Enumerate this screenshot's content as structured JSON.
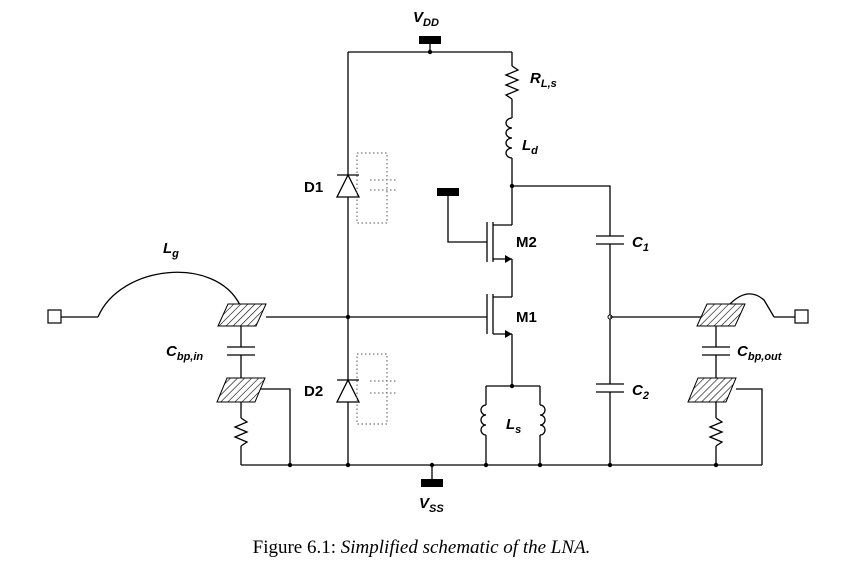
{
  "labels": {
    "vdd": {
      "main": "V",
      "sub": "DD"
    },
    "vss": {
      "main": "V",
      "sub": "SS"
    },
    "rls": {
      "main": "R",
      "sub": "L,s"
    },
    "ld": {
      "main": "L",
      "sub": "d"
    },
    "d1": "D1",
    "d2": "D2",
    "m1": "M1",
    "m2": "M2",
    "c1": {
      "main": "C",
      "sub": "1"
    },
    "c2": {
      "main": "C",
      "sub": "2"
    },
    "lg": {
      "main": "L",
      "sub": "g"
    },
    "ls": {
      "main": "L",
      "sub": "s"
    },
    "cbp_in": {
      "main": "C",
      "sub": "bp,in"
    },
    "cbp_out": {
      "main": "C",
      "sub": "bp,out"
    }
  },
  "caption": {
    "prefix": "Figure 6.1: ",
    "text": "Simplified schematic of the LNA."
  }
}
